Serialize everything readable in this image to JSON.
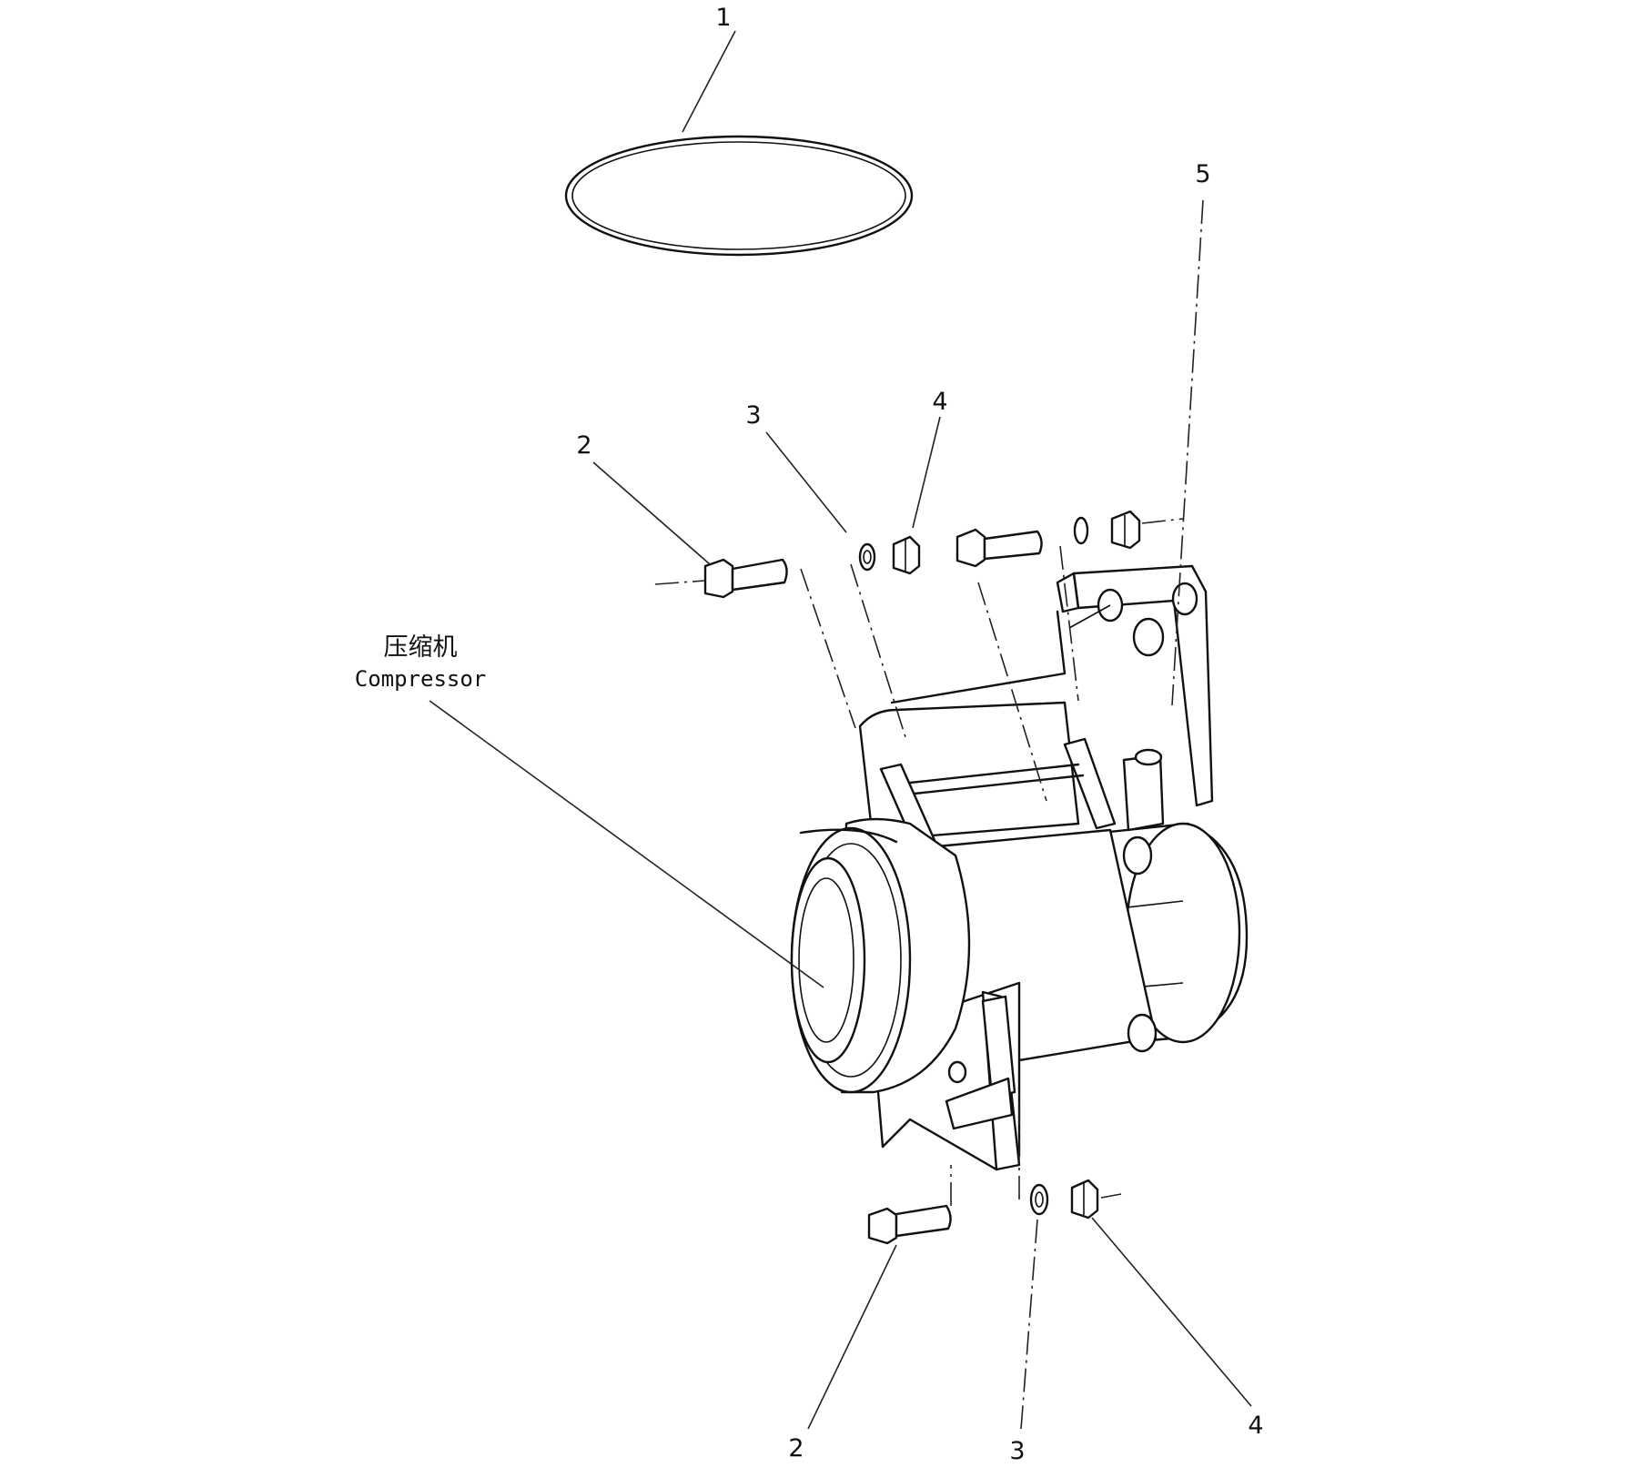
{
  "diagram": {
    "part_labels": {
      "p1": "1",
      "p2_top": "2",
      "p3_top": "3",
      "p4_top": "4",
      "p5": "5",
      "p2_bottom": "2",
      "p3_bottom": "3",
      "p4_bottom": "4"
    },
    "assembly_label": {
      "chinese": "压缩机",
      "english": "Compressor"
    }
  }
}
